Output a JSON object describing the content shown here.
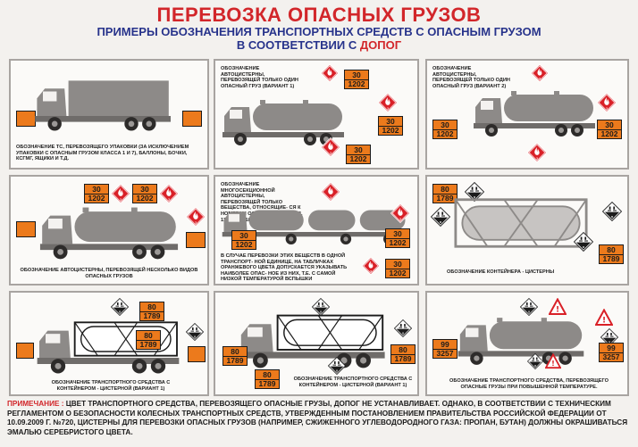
{
  "header": {
    "title": "ПЕРЕВОЗКА ОПАСНЫХ ГРУЗОВ",
    "subtitle_line1": "ПРИМЕРЫ ОБОЗНАЧЕНИЯ ТРАНСПОРТНЫХ СРЕДСТВ С ОПАСНЫМ ГРУЗОМ",
    "subtitle_line2": "В СООТВЕТСТВИИ С",
    "subtitle_accent": "ДОПОГ"
  },
  "colors": {
    "title": "#d2262a",
    "subtitle": "#27338b",
    "plate": "#ec7a1c",
    "sign_red": "#d92027",
    "vehicle": "#8d8a88"
  },
  "panels": {
    "p1": {
      "caption": "ОБОЗНАЧЕНИЕ ТС, ПЕРЕВОЗЯЩЕГО УПАКОВКИ (ЗА ИСКЛЮЧЕНИЕМ УПАКОВКИ С ОПАСНЫМ ГРУЗОМ КЛАССА 1 И 7), БАЛЛОНЫ, БОЧКИ, КСГМГ, ЯЩИКИ И Т.Д."
    },
    "p2": {
      "caption": "ОБОЗНАЧЕНИЕ АВТОЦИСТЕРНЫ, ПЕРЕВОЗЯЩЕЙ ТОЛЬКО ОДИН ОПАСНЫЙ ГРУЗ (ВАРИАНТ 1)"
    },
    "p3": {
      "caption": "ОБОЗНАЧЕНИЕ АВТОЦИСТЕРНЫ, ПЕРЕВОЗЯЩЕЙ ТОЛЬКО ОДИН ОПАСНЫЙ ГРУЗ (ВАРИАНТ 2)"
    },
    "p4": {
      "caption": "ОБОЗНАЧЕНИЕ АВТОЦИСТЕРНЫ, ПЕРЕВОЗЯЩЕЙ НЕСКОЛЬКО ВИДОВ ОПАСНЫХ ГРУЗОВ"
    },
    "p5": {
      "caption_top": "ОБОЗНАЧЕНИЕ МНОГОСЕКЦИОННОЙ АВТОЦИСТЕРНЫ, ПЕРЕВОЗЯЩЕЙ ТОЛЬКО ВЕЩЕСТВА, ОТНОСЯЩИЕ- СЯ К НОМЕРАМ ООН: 1202, 1203, 1223, 1268 ИЛИ 1863.",
      "caption_bottom": "В СЛУЧАЕ ПЕРЕВОЗКИ ЭТИХ ВЕЩЕСТВ В ОДНОЙ ТРАНСПОРТ- НОЙ ЕДИНИЦЕ, НА ТАБЛИЧКАХ ОРАНЖЕВОГО ЦВЕТА ДОПУСКАЕТСЯ УКАЗЫВАТЬ НАИБОЛЕЕ ОПАС- НОЕ ИЗ НИХ, Т.Е. С САМОЙ НИЗКОЙ ТЕМПЕРАТУРОЙ ВСПЫШКИ"
    },
    "p6": {
      "caption": "ОБОЗНАЧЕНИЕ КОНТЕЙНЕРА - ЦИСТЕРНЫ"
    },
    "p7": {
      "caption": "ОБОЗНАЧЕНИЕ ТРАНСПОРТНОГО СРЕДСТВА С КОНТЕЙНЕРОМ - ЦИСТЕРНОЙ (ВАРИАНТ 1)"
    },
    "p8": {
      "caption": "ОБОЗНАЧЕНИЕ ТРАНСПОРТНОГО СРЕДСТВА С КОНТЕЙНЕРОМ - ЦИСТЕРНОЙ (ВАРИАНТ 1)"
    },
    "p9": {
      "caption": "ОБОЗНАЧЕНИЕ ТРАНСПОРТНОГО СРЕДСТВА, ПЕРЕВОЗЯЩЕГО ОПАСНЫЕ ГРУЗЫ ПРИ ПОВЫШЕННОЙ ТЕМПЕРАТУРЕ."
    }
  },
  "plates": {
    "a": {
      "top": "30",
      "bottom": "1202"
    },
    "b": {
      "top": "80",
      "bottom": "1789"
    },
    "c": {
      "top": "99",
      "bottom": "3257"
    }
  },
  "note": {
    "label": "ПРИМЕЧАНИЕ :",
    "text": "ЦВЕТ ТРАНСПОРТНОГО СРЕДСТВА, ПЕРЕВОЗЯЩЕГО ОПАСНЫЕ ГРУЗЫ, ДОПОГ НЕ УСТАНАВЛИВАЕТ. ОДНАКО, В СООТВЕТСТВИИ С ТЕХНИЧЕСКИМ РЕГЛАМЕНТОМ О БЕЗОПАСНОСТИ КОЛЕСНЫХ ТРАНСПОРТНЫХ СРЕДСТВ, УТВЕРЖДЕННЫМ ПОСТАНОВЛЕНИЕМ ПРАВИТЕЛЬСТВА РОССИЙСКОЙ ФЕДЕРАЦИИ ОТ 10.09.2009 Г. №720, ЦИСТЕРНЫ ДЛЯ ПЕРЕВОЗКИ ОПАСНЫХ ГРУЗОВ (НАПРИМЕР, СЖИЖЕННОГО УГЛЕВОДОРОДНОГО ГАЗА: ПРОПАН, БУТАН) ДОЛЖНЫ ОКРАШИВАТЬСЯ ЭМАЛЬЮ СЕРЕБРИСТОГО ЦВЕТА."
  }
}
